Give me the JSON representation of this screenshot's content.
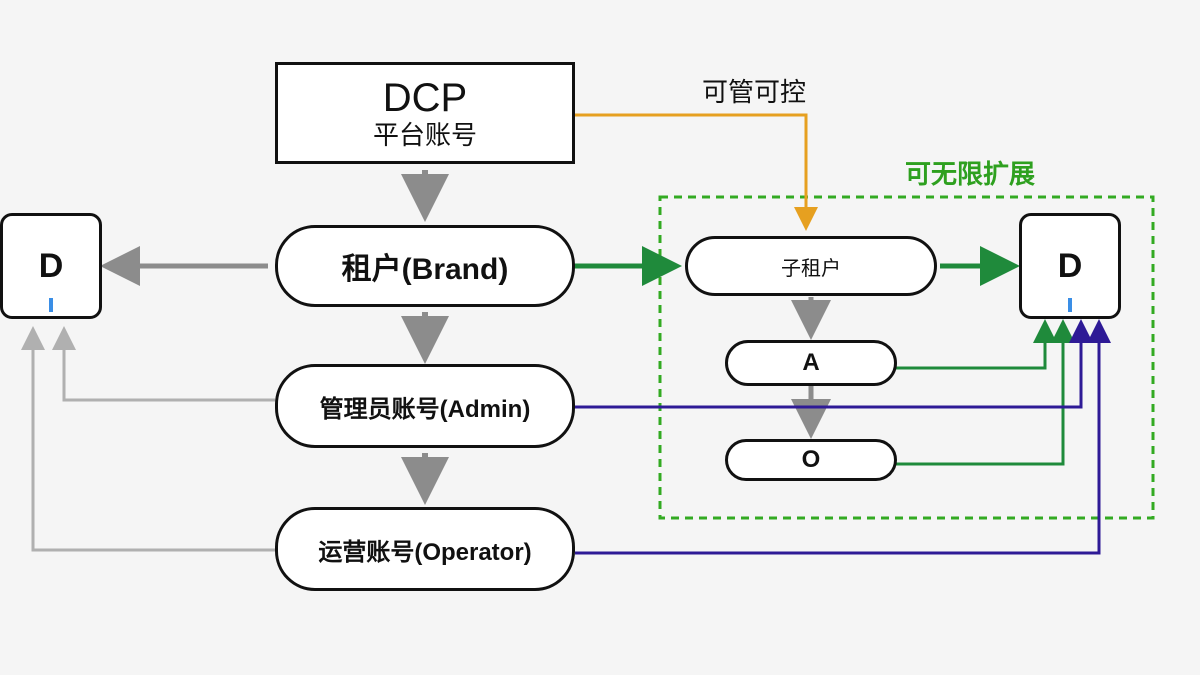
{
  "platform": {
    "title": "DCP",
    "subtitle": "平台账号"
  },
  "tenant": {
    "label": "租户(Brand)"
  },
  "admin": {
    "label": "管理员账号(Admin)"
  },
  "operator": {
    "label": "运营账号(Operator)"
  },
  "device_left": {
    "label": "D"
  },
  "device_right": {
    "label": "D"
  },
  "sub_tenant": {
    "label": "子租户"
  },
  "sub_admin": {
    "label": "A"
  },
  "sub_operator": {
    "label": "O"
  },
  "control_label": "可管可控",
  "expand_label": "可无限扩展",
  "colors": {
    "gray_edge": "#8c8c8c",
    "light_gray_edge": "#b0b0b0",
    "green_edge": "#1f8a3b",
    "purple_edge": "#2e1a96",
    "orange_edge": "#e6a020",
    "dashed_box": "#33aa22",
    "expand_text": "#2ea01f",
    "port": "#3a8ee6"
  }
}
